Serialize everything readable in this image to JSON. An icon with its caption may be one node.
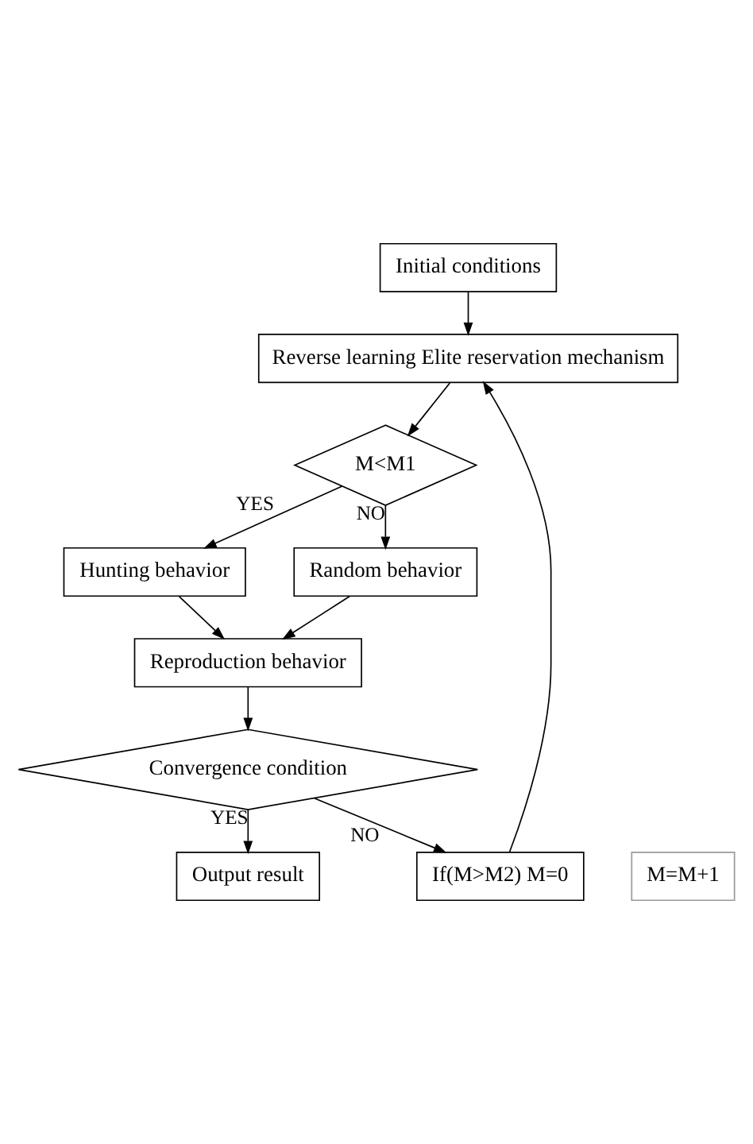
{
  "diagram": {
    "nodes": [
      {
        "text": [
          "Initial conditions"
        ]
      },
      {
        "text": [
          "Reverse learning Elite reservation mechanism"
        ]
      },
      {
        "text": [
          "M<M1"
        ]
      },
      {
        "text": [
          "Hunting behavior"
        ]
      },
      {
        "text": [
          "Random behavior"
        ]
      },
      {
        "text": [
          "Reproduction behavior"
        ]
      },
      {
        "text": [
          "Convergence condition"
        ]
      },
      {
        "text": [
          "Output result"
        ]
      },
      {
        "text": [
          "If(M>M2) M=0"
        ]
      }
    ],
    "edges": [
      {
        "from": 0,
        "to": 1,
        "arrow": "to"
      },
      {
        "from": 1,
        "to": 2,
        "arrow": "to"
      },
      {
        "from": 2,
        "to": 3,
        "arrow": "to",
        "label": "YES"
      },
      {
        "from": 2,
        "to": 4,
        "arrow": "to",
        "label": "NO"
      },
      {
        "from": 3,
        "to": 5,
        "arrow": "to"
      },
      {
        "from": 4,
        "to": 5,
        "arrow": "to"
      },
      {
        "from": 5,
        "to": 6,
        "arrow": "to"
      },
      {
        "from": 6,
        "to": 7,
        "arrow": "to",
        "label": "YES"
      },
      {
        "from": 6,
        "to": 8,
        "arrow": "to",
        "label": "NO"
      },
      {
        "from": 8,
        "to": 1,
        "arrow": "to"
      }
    ],
    "labels": [
      "M=M+1"
    ]
  }
}
